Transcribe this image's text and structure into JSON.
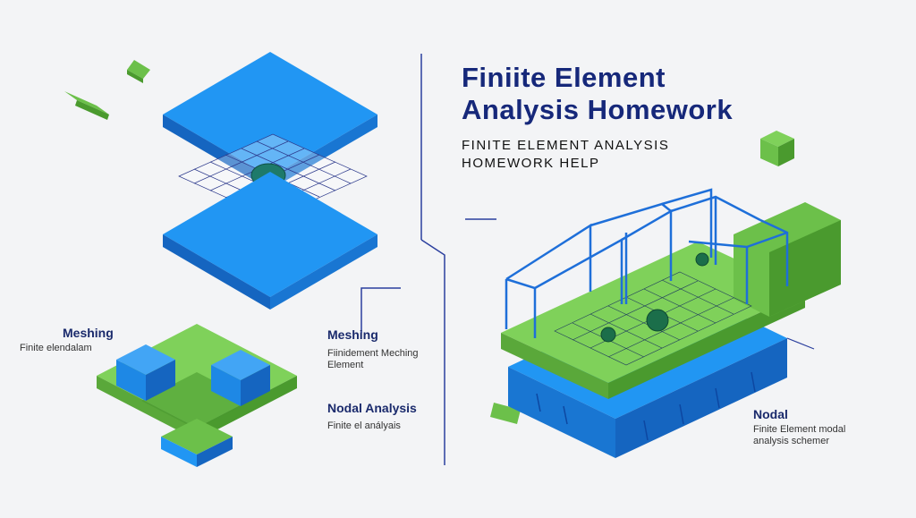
{
  "title_line1": "Finiite Element",
  "title_line2": "Analysis Homework",
  "subtitle_line1": "FINITE ELEMENT  ANALYSIS",
  "subtitle_line2": "HOMEWORK HELP",
  "labels": {
    "left_meshing_heading": "Meshing",
    "left_meshing_text": "Finite elendalam",
    "mid_meshing_heading": "Meshing",
    "mid_meshing_text_1": "Fiinidement Meching",
    "mid_meshing_text_2": "Element",
    "nodal_analysis_heading": "Nodal Analysis",
    "nodal_analysis_text": "Finite el anályais",
    "right_nodal_heading": "Nodal",
    "right_nodal_text_1": "Finite Element modal",
    "right_nodal_text_2": "analysis schemer"
  },
  "colors": {
    "blue": "#1e90f0",
    "blue_dark": "#1565c0",
    "green": "#6cc04a",
    "green_dark": "#4a9a2e",
    "navy": "#16287a",
    "line": "#2b3f9e"
  }
}
